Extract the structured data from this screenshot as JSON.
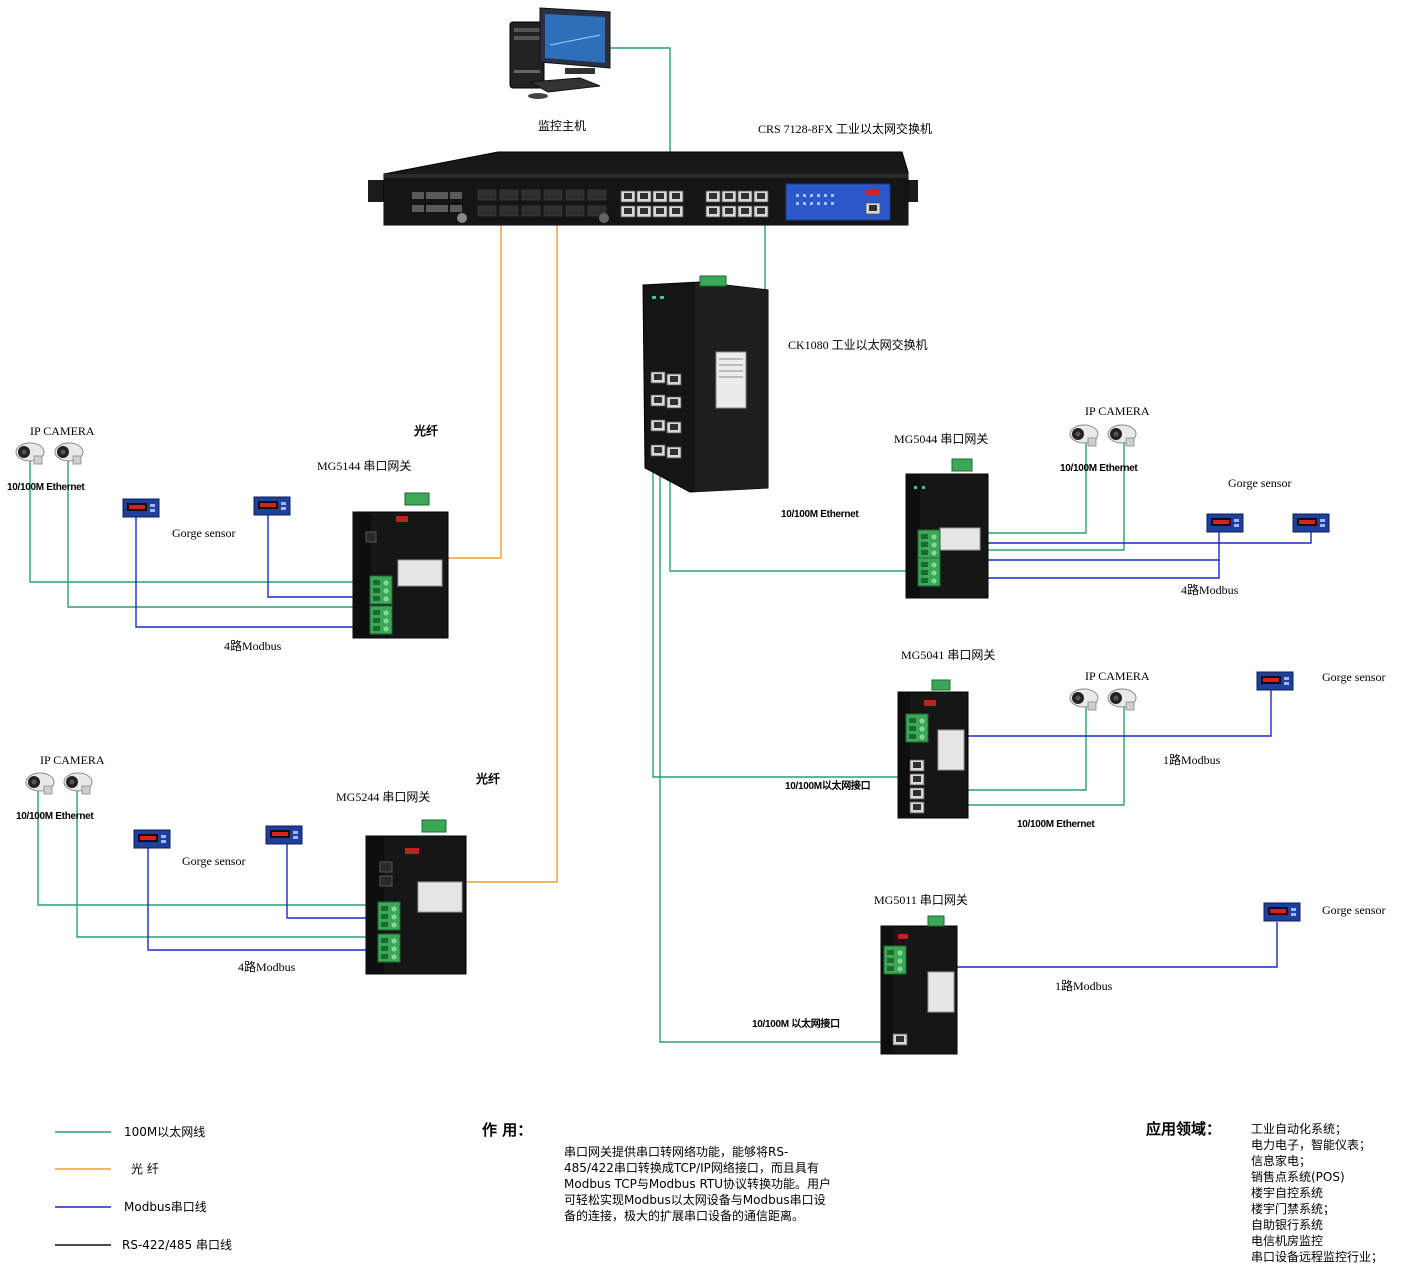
{
  "labels": {
    "monitor_host": "监控主机",
    "crs_switch": "CRS 7128-8FX 工业以太网交换机",
    "ck_switch": "CK1080 工业以太网交换机",
    "mg5144": "MG5144 串口网关",
    "mg5244": "MG5244 串口网关",
    "mg5044": "MG5044 串口网关",
    "mg5041": "MG5041 串口网关",
    "mg5011": "MG5011 串口网关",
    "ip_camera": "IP CAMERA",
    "ethernet_10_100": "10/100M Ethernet",
    "gorge_sensor": "Gorge  sensor",
    "fiber": "光纤",
    "modbus_4": "4路Modbus",
    "modbus_1": "1路Modbus",
    "eth_port_cn": "10/100M以太网接口",
    "eth_port_cn_2": "10/100M 以太网接口"
  },
  "legend": [
    {
      "label": "100M以太网线",
      "color": "#2e9e6e"
    },
    {
      "label": "光  纤",
      "color": "#e8a030"
    },
    {
      "label": "Modbus串口线",
      "color": "#1a2bc4"
    },
    {
      "label": "RS-422/485 串口线",
      "color": "#111111"
    }
  ],
  "description": {
    "heading": "作     用：",
    "text": "串口网关提供串口转网络功能，能够将RS-485/422串口转换成TCP/IP网络接口，而且具有Modbus TCP与Modbus RTU协议转换功能。用户可轻松实现Modbus以太网设备与Modbus串口设备的连接，极大的扩展串口设备的通信距离。"
  },
  "applications": {
    "heading": "应用领域：",
    "items": [
      "工业自动化系统；",
      "电力电子，智能仪表；",
      "信息家电；",
      "销售点系统(POS)",
      "楼宇自控系统",
      "楼宇门禁系统；",
      "自助银行系统",
      "电信机房监控",
      "串口设备远程监控行业；"
    ]
  },
  "colors": {
    "ethernet": "#2e9e6e",
    "fiber": "#e8a030",
    "modbus": "#1a2bc4",
    "device_body": "#1a1a1a",
    "terminal_green": "#3aa856",
    "sensor_blue": "#2a4fb8"
  }
}
